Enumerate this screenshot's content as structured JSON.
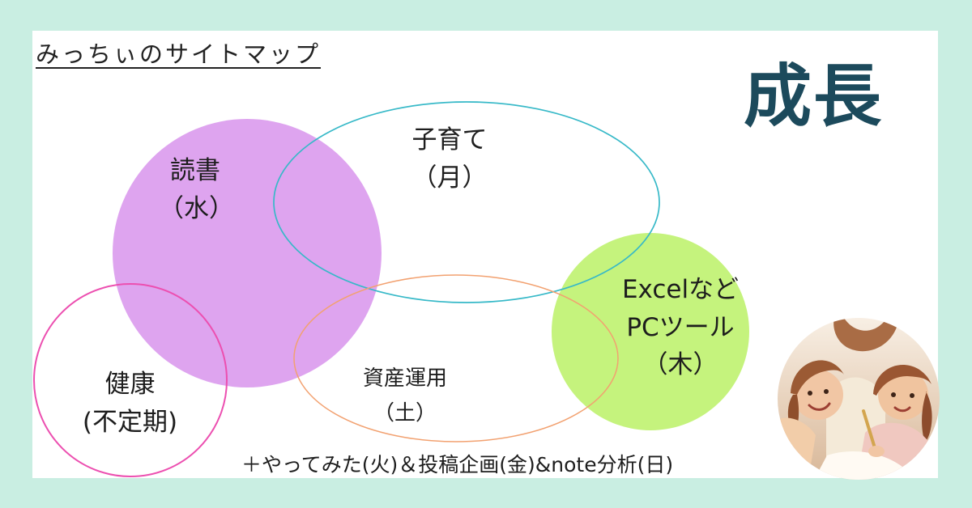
{
  "header": {
    "site_title": "みっちぃのサイトマップ",
    "main_title": "成長"
  },
  "topics": {
    "reading": {
      "name": "読書",
      "day": "（水）",
      "color": "#dea4ef"
    },
    "parenting": {
      "name": "子育て",
      "day": "（月）",
      "color": "#37b9c8"
    },
    "excel": {
      "name": "Excelなど",
      "name2": "PCツール",
      "day": "（木）",
      "color": "#c5f37d"
    },
    "investment": {
      "name": "資産運用",
      "day": "（土）",
      "color": "#f2a170"
    },
    "health": {
      "name": "健康",
      "day": "(不定期)",
      "color": "#ec4fb0"
    }
  },
  "footer": {
    "note": "＋やってみた(火)＆投稿企画(金)&note分析(日)"
  },
  "photo": {
    "icon": "family-reading-illustration"
  }
}
